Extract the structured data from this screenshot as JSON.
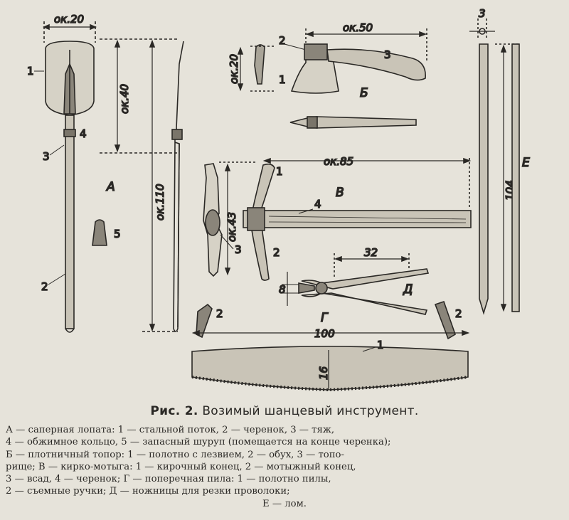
{
  "figure": {
    "dimensions": {
      "shovel_width": "ок.20",
      "shovel_blade_length": "ок.40",
      "shovel_total_length": "ок.110",
      "axe_head_height": "ок.20",
      "axe_length": "ок.50",
      "pickaxe_length": "ок.85",
      "pickaxe_head_height": "ок.43",
      "crowbar_thickness": "3",
      "crowbar_length": "104",
      "cutters_length": "32",
      "cutters_jaw": "8",
      "saw_length": "100",
      "saw_width": "16"
    },
    "letters": {
      "shovel": "А",
      "axe": "Б",
      "pickaxe": "В",
      "saw": "Г",
      "cutters": "Д",
      "crowbar": "Е"
    },
    "numbers": {
      "n1": "1",
      "n2": "2",
      "n3": "3",
      "n4": "4",
      "n5": "5"
    }
  },
  "caption": {
    "fig_label": "Рис. 2.",
    "title": "Возимый шанцевый инструмент."
  },
  "legend": {
    "line1": "А — саперная лопата: 1 — стальной поток, 2 — черенок, 3 — тяж,",
    "line2": "4 — обжимное кольцо, 5 — запасный шуруп (помещается на конце черенка);",
    "line3": "Б — плотничный топор: 1 — полотно с лезвием, 2 — обух, 3 — топо-",
    "line4": "рище; В — кирко-мотыга: 1 — кирочный конец, 2 — мотыжный конец,",
    "line5": "3 — всад, 4 — черенок; Г — поперечная пила: 1 — полотно пилы,",
    "line6": "2 — съемные ручки; Д — ножницы для резки проволоки;",
    "line7": "Е — лом."
  }
}
